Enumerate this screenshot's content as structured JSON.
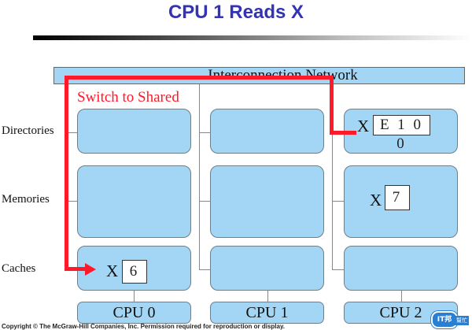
{
  "title": "CPU 1 Reads X",
  "network_label": "Interconnection Network",
  "annotation": "Switch to Shared",
  "row_labels": {
    "directories": "Directories",
    "memories": "Memories",
    "caches": "Caches"
  },
  "nodes": [
    {
      "cpu": "CPU 0",
      "cache": {
        "var": "X",
        "value": "6"
      }
    },
    {
      "cpu": "CPU 1"
    },
    {
      "cpu": "CPU 2",
      "directory": {
        "var": "X",
        "value": "E 1 0 0"
      },
      "memory": {
        "var": "X",
        "value": "7"
      }
    }
  ],
  "copyright": "Copyright © The McGraw-Hill Companies, Inc. Permission required for reproduction or display.",
  "logo": {
    "main": "IT邦",
    "sub": "幫忙"
  },
  "colors": {
    "title": "#3333b3",
    "box_fill": "#a3d6f5",
    "arrow": "#ff1a2a"
  }
}
